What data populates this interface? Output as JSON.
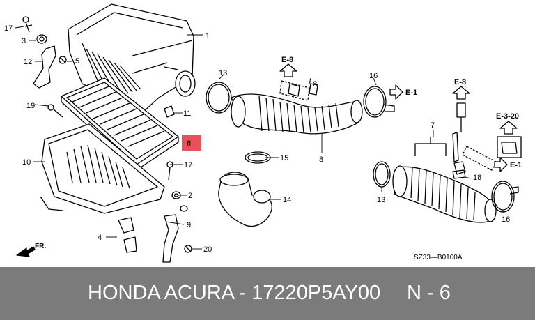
{
  "diagram": {
    "callouts": [
      {
        "id": "c1",
        "label": "1"
      },
      {
        "id": "c2",
        "label": "2"
      },
      {
        "id": "c3",
        "label": "3"
      },
      {
        "id": "c4",
        "label": "4"
      },
      {
        "id": "c5",
        "label": "5"
      },
      {
        "id": "c6",
        "label": "6"
      },
      {
        "id": "c7",
        "label": "7"
      },
      {
        "id": "c8",
        "label": "8"
      },
      {
        "id": "c9",
        "label": "9"
      },
      {
        "id": "c10",
        "label": "10"
      },
      {
        "id": "c11",
        "label": "11"
      },
      {
        "id": "c12",
        "label": "12"
      },
      {
        "id": "c13a",
        "label": "13"
      },
      {
        "id": "c13b",
        "label": "13"
      },
      {
        "id": "c14",
        "label": "14"
      },
      {
        "id": "c15",
        "label": "15"
      },
      {
        "id": "c16a",
        "label": "16"
      },
      {
        "id": "c16b",
        "label": "16"
      },
      {
        "id": "c17a",
        "label": "17"
      },
      {
        "id": "c17b",
        "label": "17"
      },
      {
        "id": "c18a",
        "label": "18"
      },
      {
        "id": "c18b",
        "label": "18"
      },
      {
        "id": "c19",
        "label": "19"
      },
      {
        "id": "c20",
        "label": "20"
      }
    ],
    "refs": {
      "e8_left": "E-8",
      "e8_right": "E-8",
      "e1_top": "E-1",
      "e1_right": "E-1",
      "e3_20": "E-3-20",
      "front": "FR.",
      "code": "SZ33—B0100A"
    },
    "highlight_color": "#e8505b"
  },
  "footer": {
    "brand": "HONDA ACURA - 17220P5AY00",
    "position": "N - 6",
    "background": "#7b7b7b"
  }
}
